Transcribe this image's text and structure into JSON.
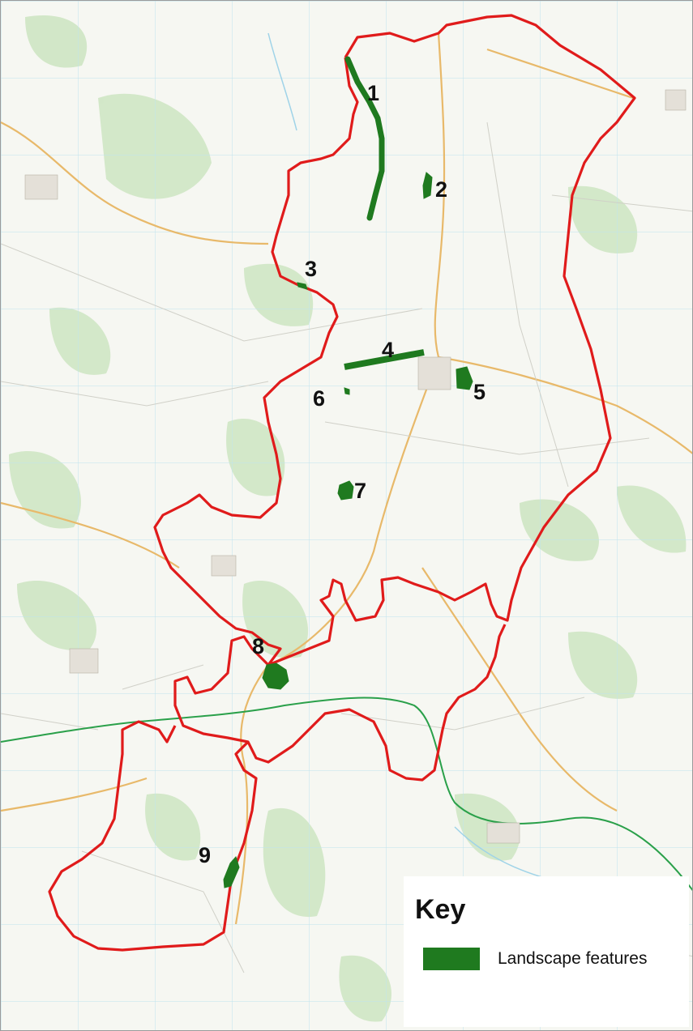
{
  "map": {
    "key_title": "Key",
    "legend": [
      {
        "label": "Landscape features",
        "color": "#1f7a1f"
      }
    ],
    "boundary_color": "#e01b1b",
    "river_color": "#2aa04a",
    "feature_labels": [
      "1",
      "2",
      "3",
      "4",
      "5",
      "6",
      "7",
      "8",
      "9"
    ]
  }
}
